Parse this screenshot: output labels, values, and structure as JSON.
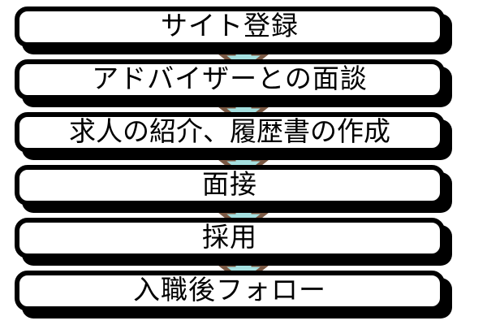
{
  "diagram": {
    "type": "flowchart-vertical",
    "title": "",
    "colors": {
      "box_fill": "#ffffff",
      "box_border": "#000000",
      "box_shadow": "#000000",
      "arrow_fill": "#A5E0E0",
      "arrow_border": "#7A5843",
      "text": "#000000",
      "background": "#ffffff"
    },
    "steps": [
      {
        "label": "サイト登録"
      },
      {
        "label": "アドバイザーとの面談"
      },
      {
        "label": "求人の紹介、履歴書の作成"
      },
      {
        "label": "面接"
      },
      {
        "label": "採用"
      },
      {
        "label": "入職後フォロー"
      }
    ],
    "connectors": [
      {
        "from": 0,
        "to": 1,
        "icon": "down-arrow-icon"
      },
      {
        "from": 1,
        "to": 2,
        "icon": "down-arrow-icon"
      },
      {
        "from": 2,
        "to": 3,
        "icon": "down-arrow-icon"
      },
      {
        "from": 3,
        "to": 4,
        "icon": "down-arrow-icon"
      },
      {
        "from": 4,
        "to": 5,
        "icon": "down-arrow-icon"
      }
    ]
  }
}
